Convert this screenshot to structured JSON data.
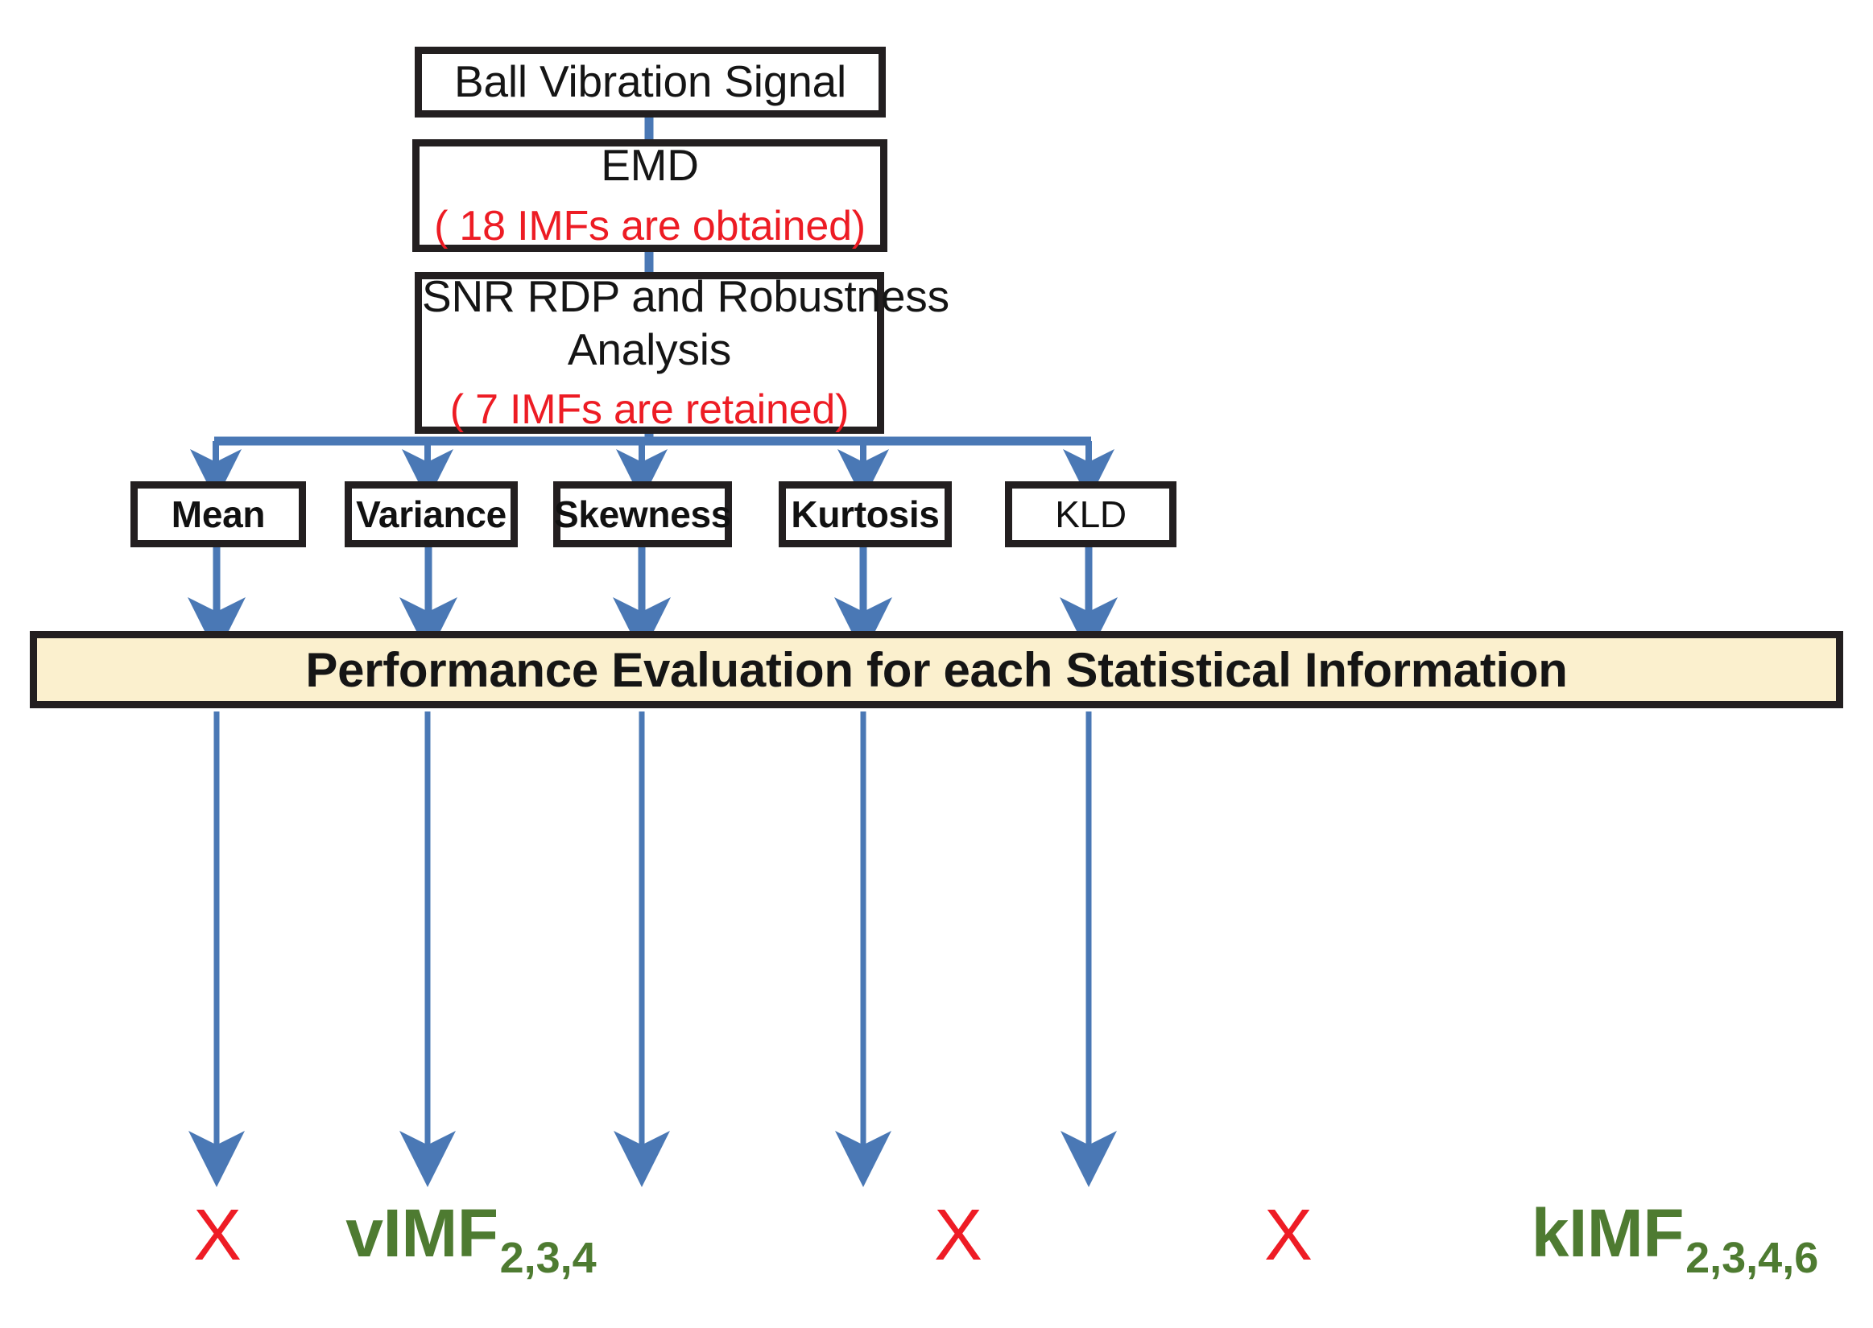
{
  "diagram": {
    "title_flow": "EMD-based statistical IMF selection flowchart",
    "colors": {
      "box_border": "#231f20",
      "connector_blue": "#4a78b5",
      "highlight_red": "#ed1c24",
      "result_green": "#4e7b31",
      "perf_bar_fill": "#fbf0ce"
    }
  },
  "nodes": {
    "signal": {
      "label": "Ball Vibration Signal"
    },
    "emd": {
      "label": "EMD",
      "note": "( 18 IMFs are obtained)"
    },
    "snr": {
      "label_line1": "SNR RDP and Robustness",
      "label_line2": "Analysis",
      "note": "( 7 IMFs are retained)"
    },
    "performance": {
      "label": "Performance Evaluation for each Statistical Information"
    }
  },
  "statistics": [
    {
      "label": "Mean",
      "bold": true
    },
    {
      "label": "Variance",
      "bold": true
    },
    {
      "label": "Skewness",
      "bold": true
    },
    {
      "label": "Kurtosis",
      "bold": true
    },
    {
      "label": "KLD",
      "bold": false
    }
  ],
  "results": [
    {
      "type": "reject",
      "mark": "X",
      "subscript": ""
    },
    {
      "type": "accept",
      "mark": "vIMF",
      "subscript": "2,3,4"
    },
    {
      "type": "reject",
      "mark": "X",
      "subscript": ""
    },
    {
      "type": "reject",
      "mark": "X",
      "subscript": ""
    },
    {
      "type": "accept",
      "mark": "kIMF",
      "subscript": "2,3,4,6"
    }
  ]
}
